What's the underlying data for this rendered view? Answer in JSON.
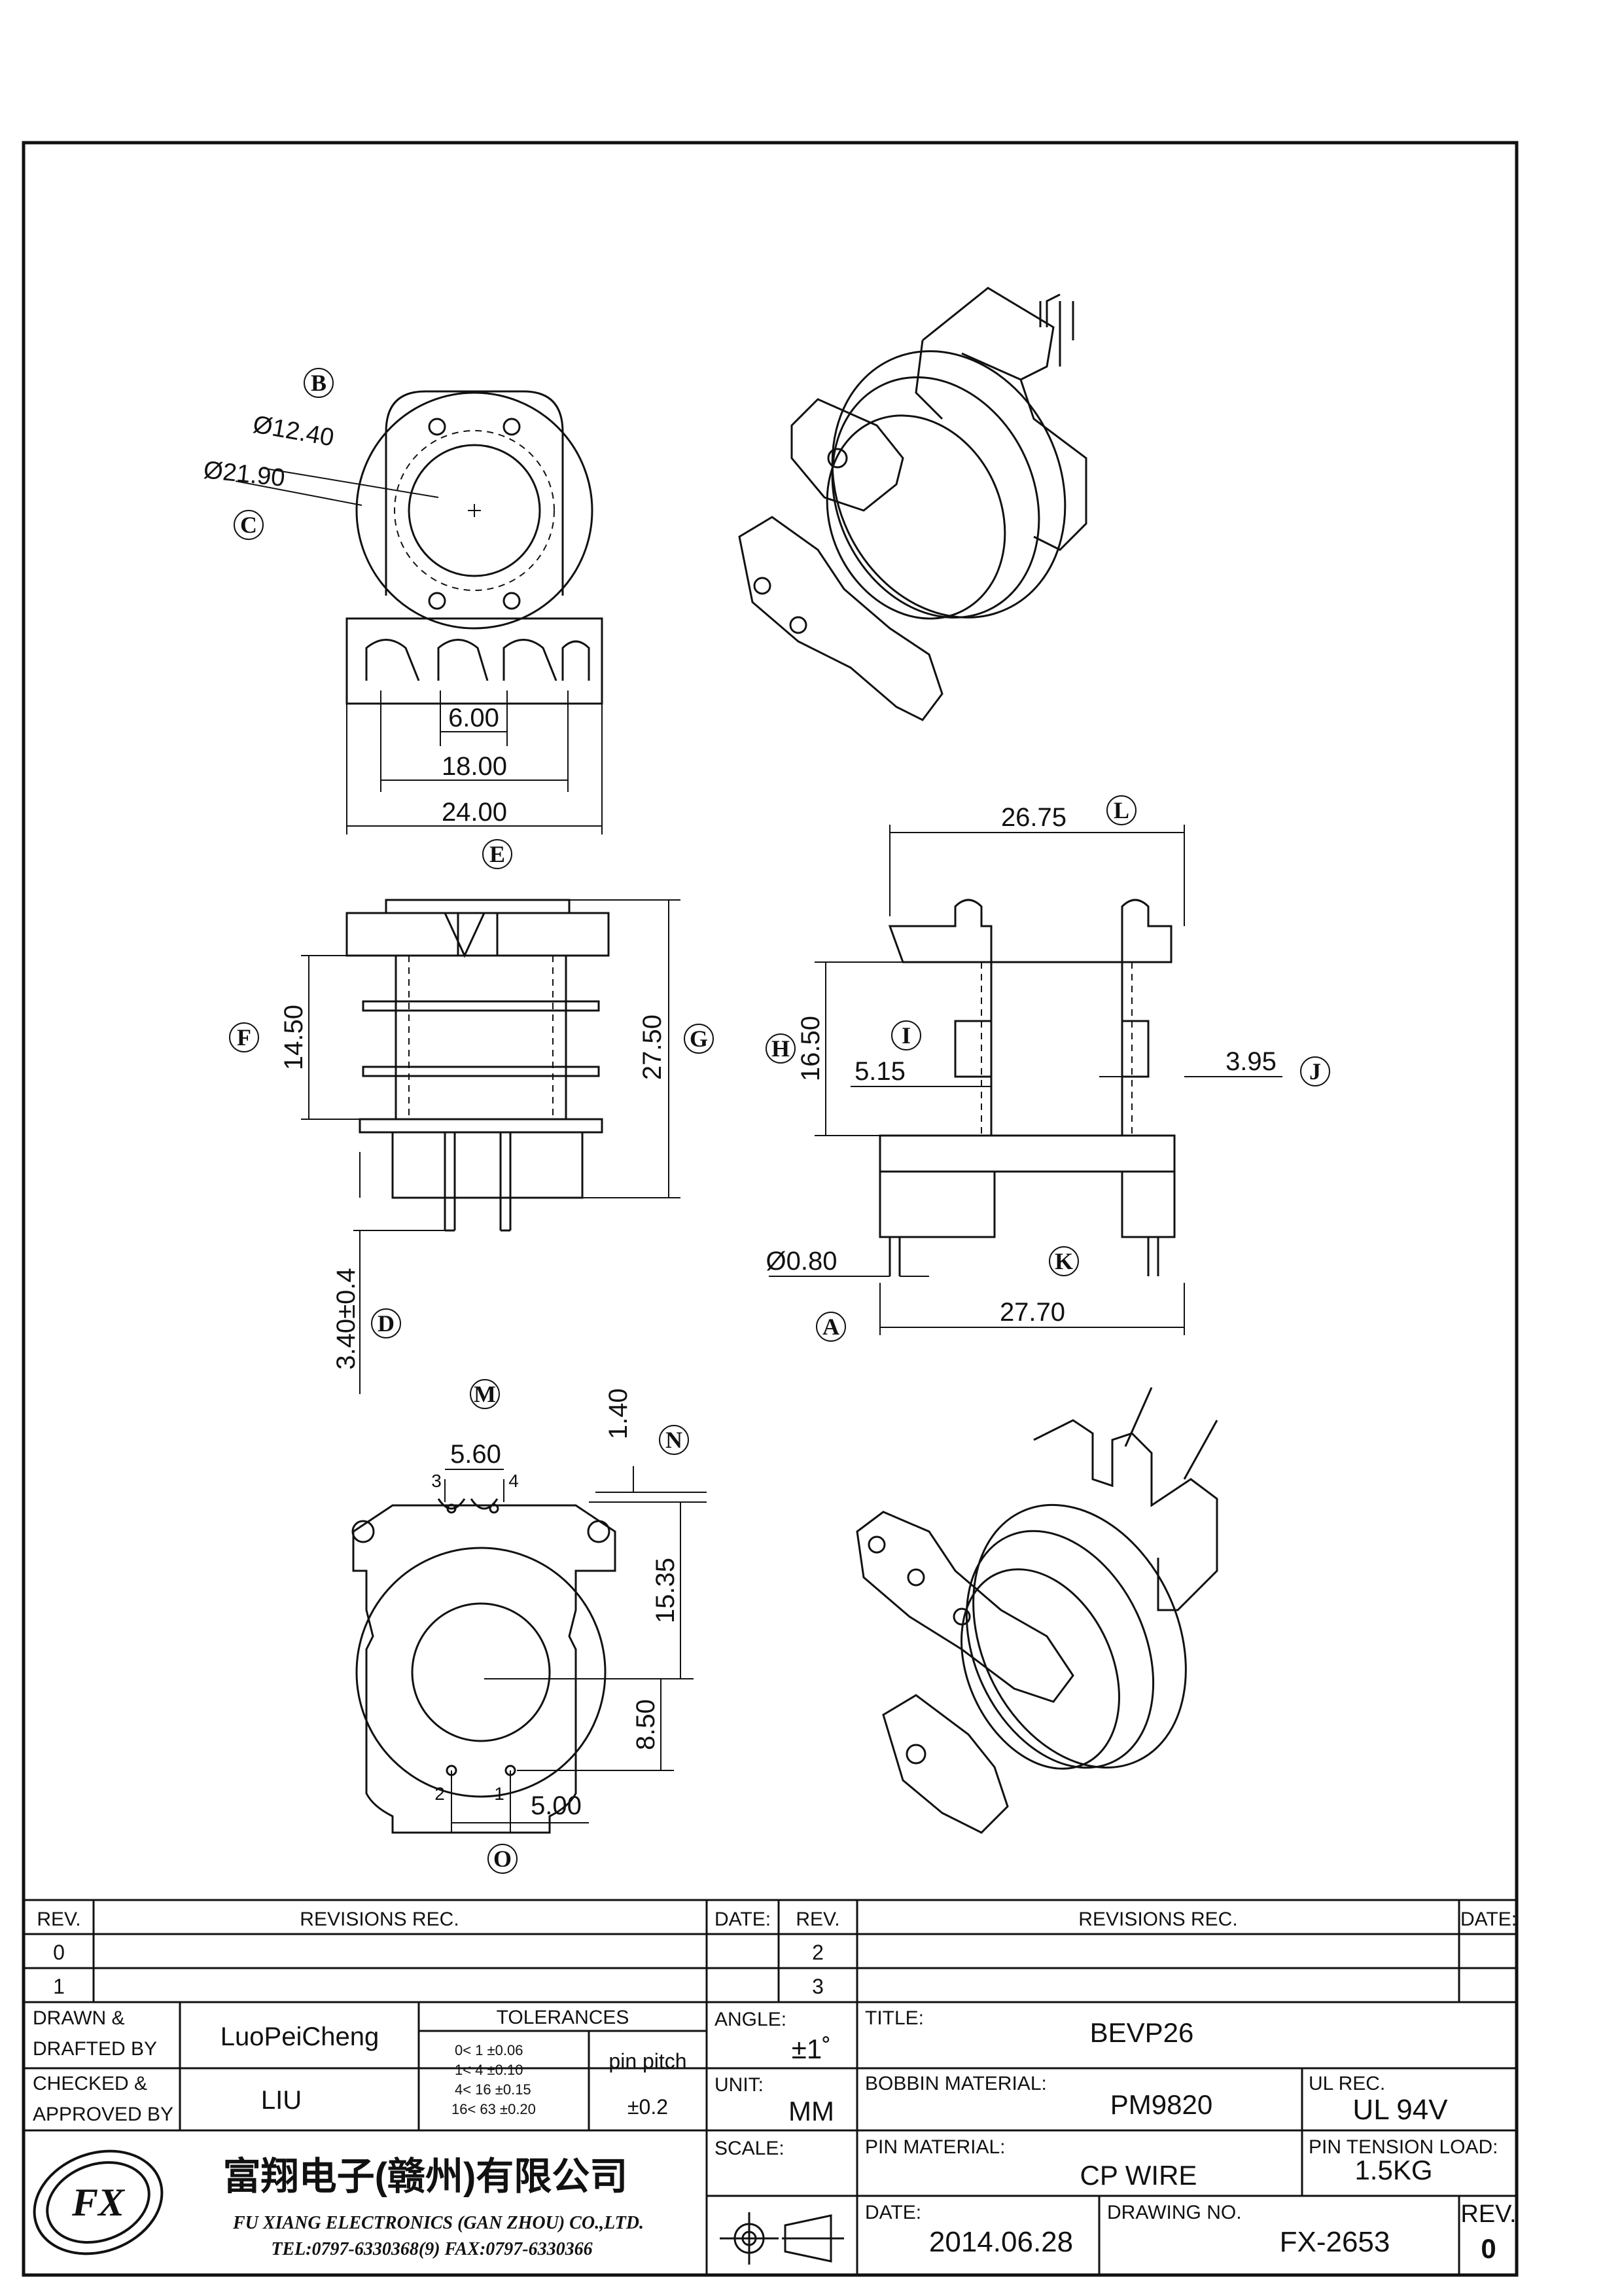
{
  "views": {
    "front": {
      "label_b": "B",
      "label_c": "C",
      "dia_b": "Ø12.40",
      "dia_c": "Ø21.90",
      "dim_6": "6.00",
      "dim_18": "18.00",
      "dim_24": "24.00",
      "label_e": "E"
    },
    "side1": {
      "label_f": "F",
      "label_g": "G",
      "dim_f": "14.50",
      "dim_g": "27.50",
      "dim_d": "3.40±0.4",
      "label_d": "D"
    },
    "side2": {
      "label_l": "L",
      "dim_l": "26.75",
      "label_h": "H",
      "dim_h": "16.50",
      "label_i": "I",
      "dim_i": "5.15",
      "dim_j": "3.95",
      "label_j": "J",
      "dia_a": "Ø0.80",
      "label_a": "A",
      "label_k": "K",
      "dim_k": "27.70"
    },
    "bottom": {
      "label_m": "M",
      "dim_m": "5.60",
      "pin3": "3",
      "pin4": "4",
      "dim_n": "1.40",
      "label_n": "N",
      "dim_1535": "15.35",
      "dim_850": "8.50",
      "pin2": "2",
      "pin1": "1",
      "dim_o": "5.00",
      "label_o": "O"
    }
  },
  "title_block": {
    "rev_header": "REV.",
    "revisions_header": "REVISIONS  REC.",
    "date_header": "DATE:",
    "rev_rows_left": [
      "0",
      "1"
    ],
    "rev_rows_right": [
      "2",
      "3"
    ],
    "drawn_label": "DRAWN &\nDRAFTED BY",
    "drawn_value": "LuoPeiCheng",
    "checked_label": "CHECKED &\nAPPROVED BY",
    "checked_value": "LIU",
    "tolerances_label": "TOLERANCES",
    "tolerance_rows": [
      "0<  1   ±0.06",
      "1<  4   ±0.10",
      "4<  16  ±0.15",
      "16<  63  ±0.20"
    ],
    "pin_pitch_label": "pin pitch",
    "pin_pitch_value": "±0.2",
    "angle_label": "ANGLE:",
    "angle_value": "±1˚",
    "unit_label": "UNIT:",
    "unit_value": "MM",
    "scale_label": "SCALE:",
    "title_label": "TITLE:",
    "title_value": "BEVP26",
    "bobbin_label": "BOBBIN MATERIAL:",
    "bobbin_value": "PM9820",
    "ul_label": "UL REC.",
    "ul_value": "UL 94V",
    "pin_material_label": "PIN MATERIAL:",
    "pin_material_value": "CP WIRE",
    "tension_label": "PIN TENSION LOAD:",
    "tension_value": "1.5KG",
    "date_label": "DATE:",
    "date_value": "2014.06.28",
    "drawing_no_label": "DRAWING NO.",
    "drawing_no_value": "FX-2653",
    "rev_label": "REV.",
    "rev_value": "0",
    "company_cn": "富翔电子(赣州)有限公司",
    "company_en": "FU XIANG ELECTRONICS (GAN ZHOU) CO.,LTD.",
    "company_tel": "TEL:0797-6330368(9)   FAX:0797-6330366",
    "logo_text": "FX"
  }
}
